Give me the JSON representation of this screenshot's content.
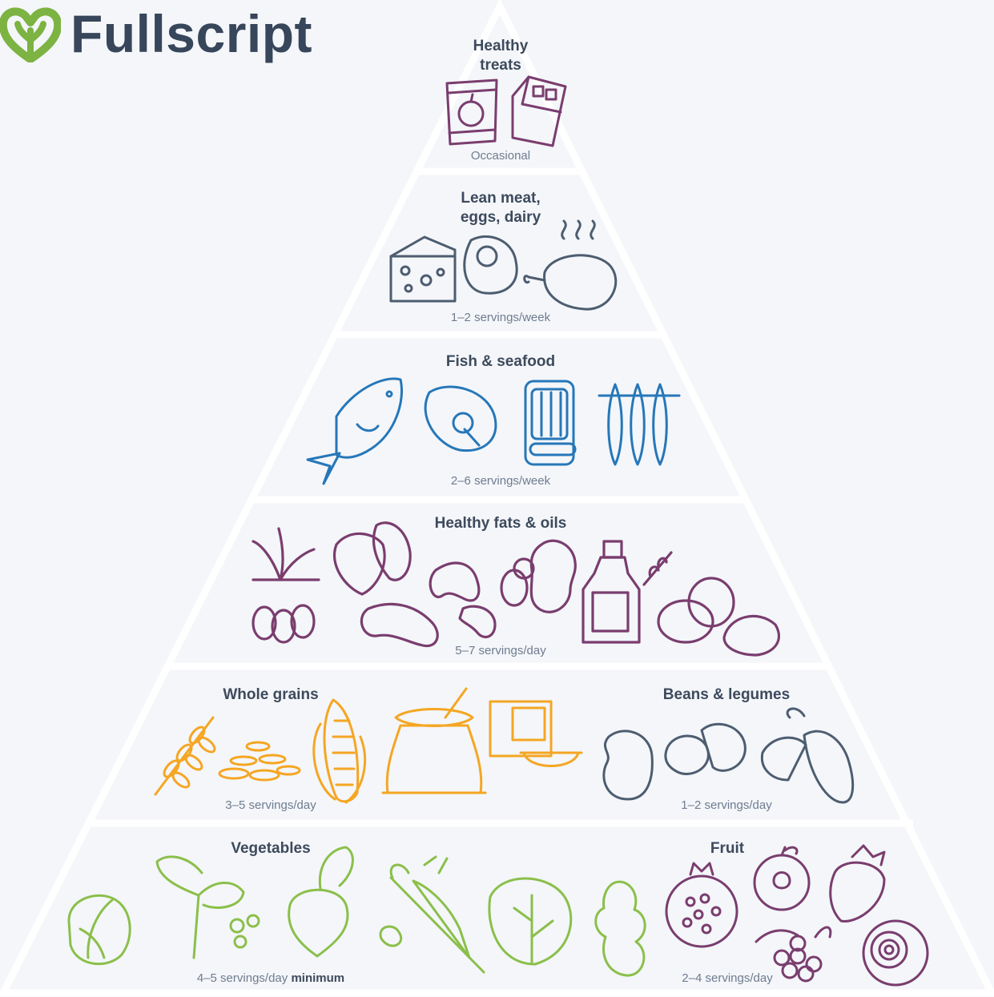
{
  "brand": {
    "name": "Fullscript",
    "logo_icon": "leaf-heart-icon",
    "logo_color": "#7cb342"
  },
  "colors": {
    "outline": "#ffffff",
    "text": "#3d4a5c",
    "muted": "#6f7c8f",
    "treats": "#7a3d6e",
    "protein": "#4d5d70",
    "fish": "#2677b8",
    "fats": "#7a3d6e",
    "grains": "#f5a623",
    "legumes": "#4d5d70",
    "vegetables": "#8bbf4a",
    "fruit": "#7a3d6e"
  },
  "pyramid": {
    "tiers": [
      {
        "label_lines": [
          "Healthy",
          "treats"
        ],
        "servings": "Occasional",
        "icons": [
          "apple-chips-bag-icon",
          "chocolate-bar-icon"
        ]
      },
      {
        "label_lines": [
          "Lean meat,",
          "eggs, dairy"
        ],
        "servings": "1–2 servings/week",
        "icons": [
          "cheese-icon",
          "fried-egg-icon",
          "roast-chicken-icon"
        ]
      },
      {
        "label_lines": [
          "Fish & seafood"
        ],
        "servings": "2–6 servings/week",
        "icons": [
          "fish-icon",
          "salmon-steak-icon",
          "sardine-tin-icon",
          "dried-fish-icon"
        ]
      },
      {
        "label_lines": [
          "Healthy fats & oils"
        ],
        "servings": "5–7 servings/day",
        "icons": [
          "olives-icon",
          "almonds-icon",
          "cashews-icon",
          "peanut-icon",
          "oil-bottle-icon",
          "coconut-icon"
        ]
      },
      {
        "groups": [
          {
            "label": "Whole grains",
            "servings": "3–5 servings/day",
            "icons": [
              "wheat-icon",
              "rice-icon",
              "corn-icon",
              "grain-sack-icon",
              "cereal-box-icon"
            ]
          },
          {
            "label": "Beans & legumes",
            "servings": "1–2 servings/day",
            "icons": [
              "bean-icon",
              "beans-icon",
              "cucumber-icon"
            ]
          }
        ]
      },
      {
        "groups": [
          {
            "label": "Vegetables",
            "servings_prefix": "4–5 servings/day",
            "servings_bold": "minimum",
            "icons": [
              "cabbage-icon",
              "parsley-icon",
              "turnip-icon",
              "carrot-icon",
              "lettuce-icon",
              "ginger-icon"
            ]
          },
          {
            "label": "Fruit",
            "servings": "2–4 servings/day",
            "icons": [
              "pomegranate-icon",
              "apple-icon",
              "strawberry-icon",
              "grapes-icon",
              "kiwi-icon"
            ]
          }
        ]
      }
    ]
  }
}
